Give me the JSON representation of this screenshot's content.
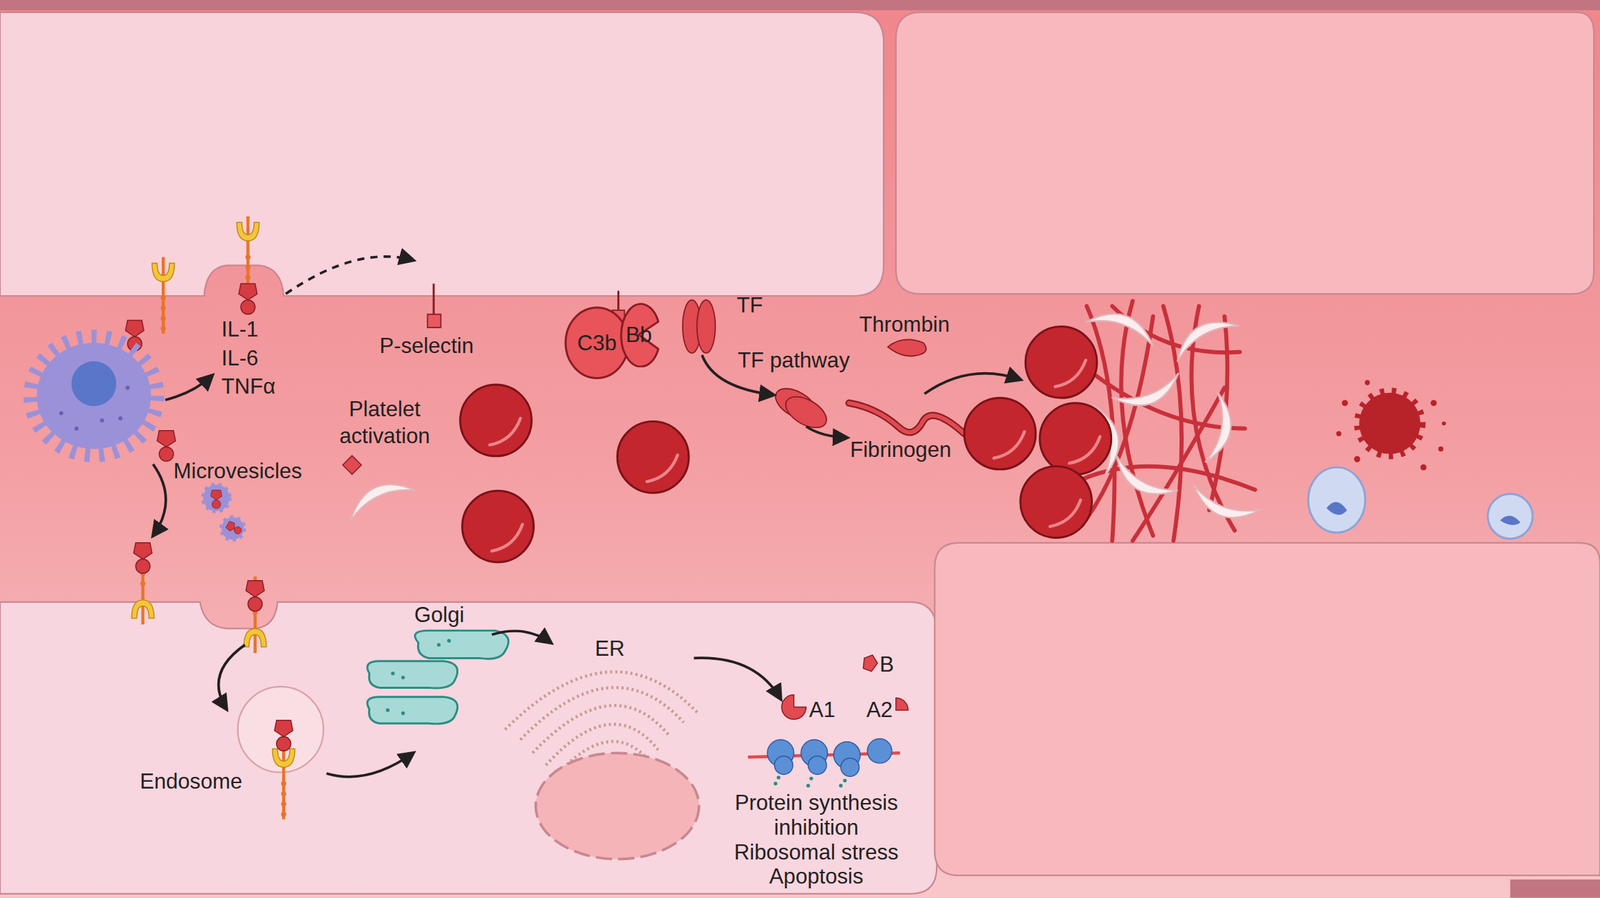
{
  "diagram": {
    "nodes": [
      {
        "text": [
          "C3b"
        ]
      },
      {
        "text": [
          "Bb"
        ]
      }
    ],
    "labels": [
      "IL-1",
      "IL-6",
      "TNFα",
      "Microvesicles",
      "P-selectin",
      "Platelet activation",
      "TF",
      "TF pathway",
      "Thrombin",
      "Fibrinogen",
      "Golgi",
      "ER",
      "Endosome",
      "B",
      "A1",
      "A2",
      "Protein synthesis inhibition",
      "Ribosomal stress",
      "Apoptosis"
    ]
  }
}
